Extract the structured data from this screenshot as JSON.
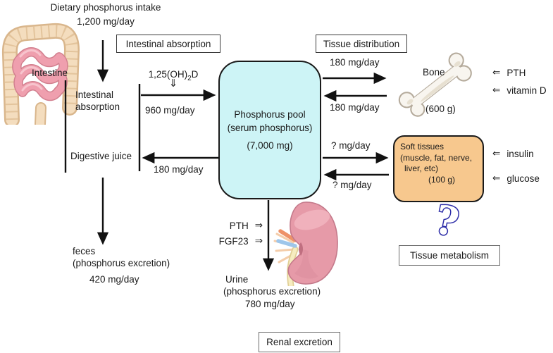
{
  "colors": {
    "pool_fill": "#cdf4f6",
    "soft_tissue_fill": "#f7c88e",
    "question_mark_blue": "#2d2da8",
    "arrow_black": "#111111"
  },
  "header": {
    "title": "Dietary phosphorus intake",
    "amount": "1,200 mg/day"
  },
  "intestine": {
    "label": "Intestine"
  },
  "boxed_labels": {
    "intestinal_absorption": "Intestinal absorption",
    "tissue_distribution": "Tissue distribution",
    "tissue_metabolism": "Tissue metabolism",
    "renal_excretion": "Renal excretion"
  },
  "absorption": {
    "label_line1": "Intestinal",
    "label_line2": "absorption",
    "vitamin_d_pre": "1,25(OH)",
    "vitamin_d_sub": "2",
    "vitamin_d_post": "D",
    "down_double_arrow": "⇓",
    "absorbed_rate": "960 mg/day",
    "digestive_juice_label": "Digestive juice",
    "secretion_rate": "180 mg/day"
  },
  "feces": {
    "line1": "feces",
    "line2": "(phosphorus excretion)",
    "amount": "420 mg/day"
  },
  "pool": {
    "line1": "Phosphorus pool",
    "line2": "(serum phosphorus)",
    "line3": "(7,000 mg)"
  },
  "bone": {
    "label": "Bone",
    "mass": "(600 g)",
    "influx_rate": "180 mg/day",
    "efflux_rate": "180 mg/day",
    "regulators": [
      {
        "arrow": "⇐",
        "label": "PTH"
      },
      {
        "arrow": "⇐",
        "label": "vitamin D"
      }
    ]
  },
  "soft_tissues": {
    "line1": "Soft tissues",
    "line2": "(muscle, fat, nerve,",
    "line3": "liver, etc)",
    "line4": "(100 g)",
    "influx_rate": "? mg/day",
    "efflux_rate": "? mg/day",
    "regulators": [
      {
        "arrow": "⇐",
        "label": "insulin"
      },
      {
        "arrow": "⇐",
        "label": "glucose"
      }
    ],
    "question_mark": "?"
  },
  "kidney": {
    "regulators": [
      {
        "label": "PTH",
        "arrow": "⇒"
      },
      {
        "label": "FGF23",
        "arrow": "⇒"
      }
    ],
    "urine_line1": "Urine",
    "urine_line2": "(phosphorus excretion)",
    "urine_amount": "780 mg/day"
  }
}
